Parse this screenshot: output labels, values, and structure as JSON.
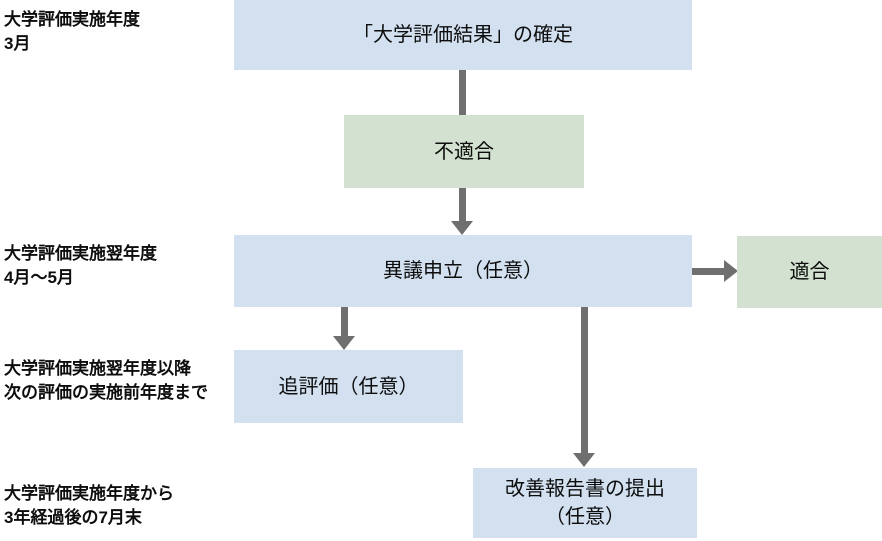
{
  "diagram": {
    "timeline_labels": [
      {
        "lines": [
          "大学評価実施年度",
          "3月"
        ]
      },
      {
        "lines": [
          "大学評価実施翌年度",
          "4月～5月"
        ]
      },
      {
        "lines": [
          "大学評価実施翌年度以降",
          "次の評価の実施前年度まで"
        ]
      },
      {
        "lines": [
          "大学評価実施年度から",
          "3年経過後の7月末"
        ]
      }
    ],
    "nodes": [
      {
        "id": "result",
        "label": "「大学評価結果」の確定",
        "color": "blue"
      },
      {
        "id": "fail",
        "label": "不適合",
        "color": "green"
      },
      {
        "id": "objection",
        "label": "異議申立（任意）",
        "color": "blue"
      },
      {
        "id": "pass",
        "label": "適合",
        "color": "green"
      },
      {
        "id": "reevaluation",
        "label": "追評価（任意）",
        "color": "blue"
      },
      {
        "id": "report",
        "lines": [
          "改善報告書の提出",
          "（任意）"
        ],
        "color": "blue"
      }
    ],
    "arrows": [
      {
        "from": "result",
        "to": "objection",
        "direction": "down",
        "passes_behind": "fail"
      },
      {
        "from": "objection",
        "to": "pass",
        "direction": "right"
      },
      {
        "from": "objection",
        "to": "reevaluation",
        "direction": "down"
      },
      {
        "from": "objection",
        "to": "report",
        "direction": "down"
      }
    ],
    "colors": {
      "box-blue": "#d2e0f0",
      "box-green": "#d3e2d0",
      "arrow": "#6f6f6f",
      "text": "#0d0d0d",
      "background": "#ffffff"
    }
  }
}
